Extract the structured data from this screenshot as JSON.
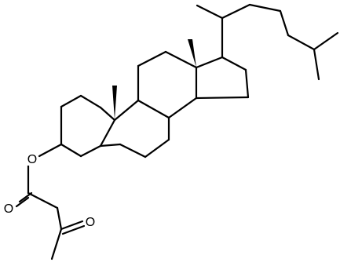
{
  "molecule": {
    "atom_labels": {
      "ester_oxygen": "O",
      "carbonyl_oxygen_ester": "O",
      "carbonyl_oxygen_ketone": "O"
    },
    "colors": {
      "bond": "#000000",
      "background": "#ffffff"
    }
  }
}
